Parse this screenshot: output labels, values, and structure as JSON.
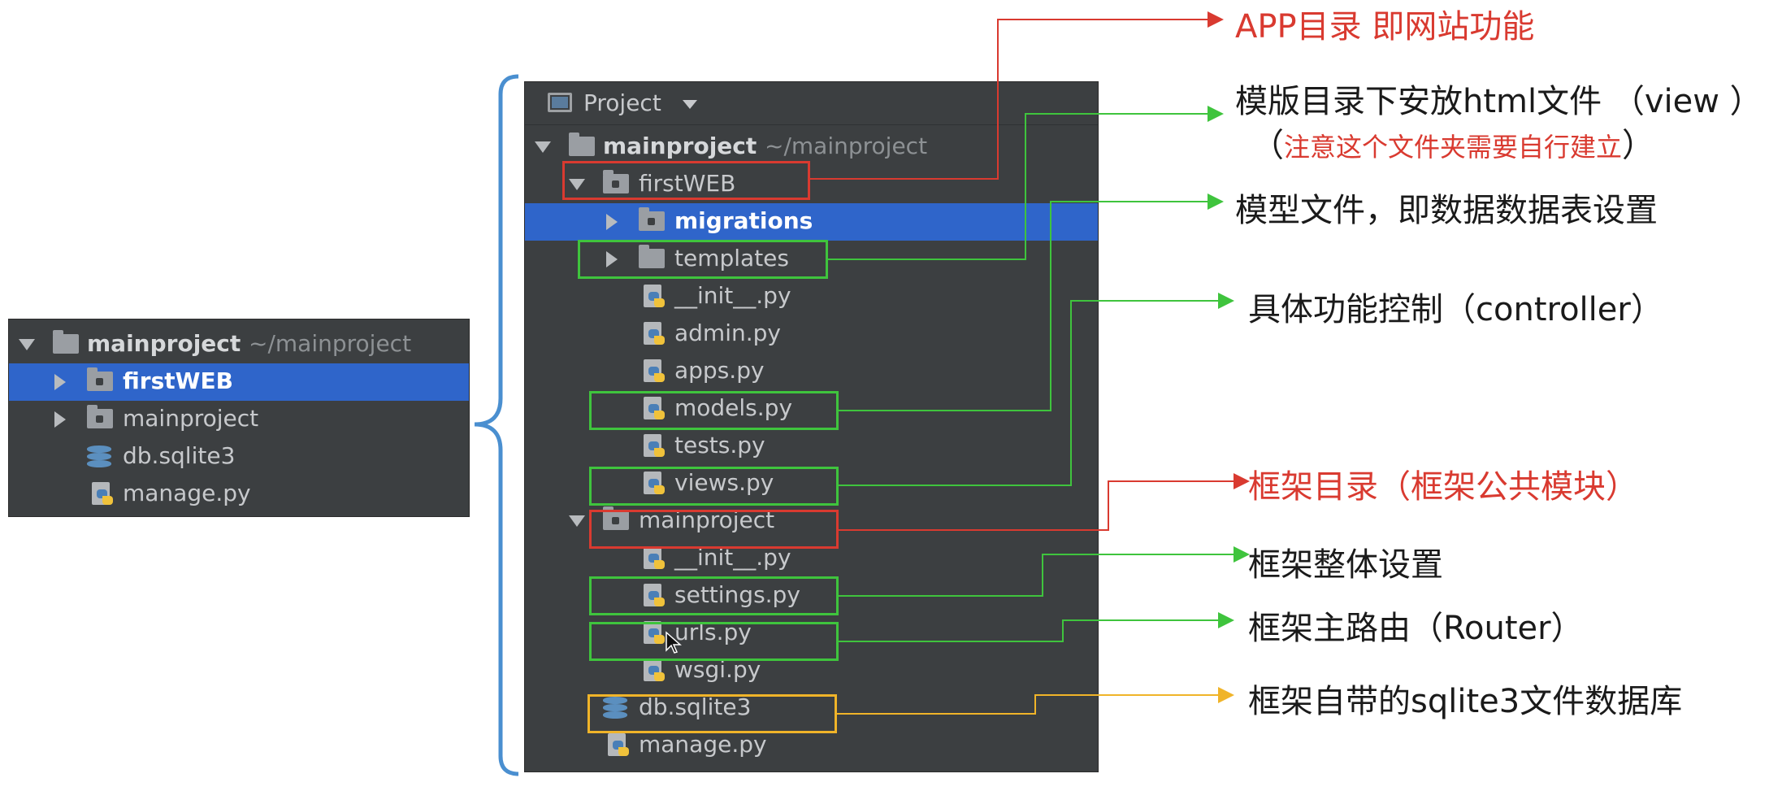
{
  "small_panel": {
    "rows": [
      {
        "label": "mainproject",
        "suffix": "~/mainproject"
      },
      {
        "label": "firstWEB"
      },
      {
        "label": "mainproject"
      },
      {
        "label": "db.sqlite3"
      },
      {
        "label": "manage.py"
      }
    ]
  },
  "main_panel": {
    "header": {
      "title": "Project"
    },
    "rows": [
      {
        "label": "mainproject",
        "suffix": "~/mainproject"
      },
      {
        "label": "firstWEB"
      },
      {
        "label": "migrations"
      },
      {
        "label": "templates"
      },
      {
        "label": "__init__.py"
      },
      {
        "label": "admin.py"
      },
      {
        "label": "apps.py"
      },
      {
        "label": "models.py"
      },
      {
        "label": "tests.py"
      },
      {
        "label": "views.py"
      },
      {
        "label": "mainproject"
      },
      {
        "label": "__init__.py"
      },
      {
        "label": "settings.py"
      },
      {
        "label": "urls.py"
      },
      {
        "label": "wsgi.py"
      },
      {
        "label": "db.sqlite3"
      },
      {
        "label": "manage.py"
      }
    ]
  },
  "annotations": {
    "app_dir": "APP目录 即网站功能",
    "templates_dir": "模版目录下安放html文件 （view ）",
    "templates_note_open": "（",
    "templates_note": "注意这个文件夹需要自行建立",
    "templates_note_close": "）",
    "models": "模型文件，即数据数据表设置",
    "views": "具体功能控制（controller）",
    "framework_dir": "框架目录（框架公共模块）",
    "settings": "框架整体设置",
    "urls": "框架主路由（Router）",
    "sqlite": "框架自带的sqlite3文件数据库"
  },
  "colors": {
    "panel_bg": "#3c3f41",
    "selection": "#2f65ca",
    "red": "#d93a30",
    "green": "#3fc43d",
    "yellow": "#f0b429",
    "bracket": "#4a8fd0"
  }
}
